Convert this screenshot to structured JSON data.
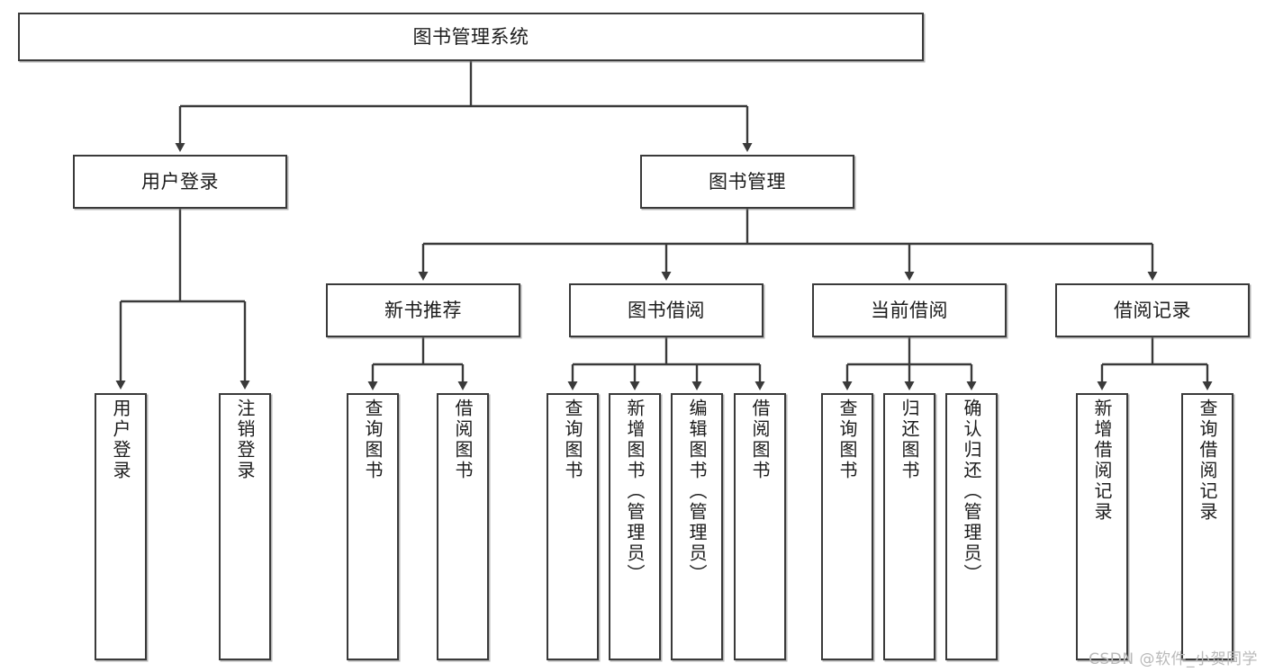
{
  "diagram": {
    "title": "图书管理系统",
    "type": "tree-hierarchy-chart",
    "colors": {
      "box_border": "#3a3a3a",
      "box_fill": "#ffffff",
      "connector": "#3a3a3a",
      "background": "#ffffff",
      "watermark": "#b9b9b9"
    },
    "root": {
      "id": "root",
      "label": "图书管理系统"
    },
    "level2": [
      {
        "id": "user-login",
        "label": "用户登录"
      },
      {
        "id": "book-management",
        "label": "图书管理"
      }
    ],
    "level3": [
      {
        "id": "new-book-recommend",
        "label": "新书推荐",
        "parent": "book-management"
      },
      {
        "id": "book-borrow",
        "label": "图书借阅",
        "parent": "book-management"
      },
      {
        "id": "current-borrow",
        "label": "当前借阅",
        "parent": "book-management"
      },
      {
        "id": "borrow-record",
        "label": "借阅记录",
        "parent": "book-management"
      }
    ],
    "leaves": {
      "user-login": [
        {
          "id": "leaf-user-login",
          "label": "用户登录"
        },
        {
          "id": "leaf-logout-login",
          "label": "注销登录"
        }
      ],
      "new-book-recommend": [
        {
          "id": "leaf-query-book-1",
          "label": "查询图书"
        },
        {
          "id": "leaf-borrow-book-1",
          "label": "借阅图书"
        }
      ],
      "book-borrow": [
        {
          "id": "leaf-query-book-2",
          "label": "查询图书"
        },
        {
          "id": "leaf-add-book",
          "label": "新增图书（管理员）"
        },
        {
          "id": "leaf-edit-book",
          "label": "编辑图书（管理员）"
        },
        {
          "id": "leaf-borrow-book-2",
          "label": "借阅图书"
        }
      ],
      "current-borrow": [
        {
          "id": "leaf-query-book-3",
          "label": "查询图书"
        },
        {
          "id": "leaf-return-book",
          "label": "归还图书"
        },
        {
          "id": "leaf-confirm-return",
          "label": "确认归还（管理员）"
        }
      ],
      "borrow-record": [
        {
          "id": "leaf-add-record",
          "label": "新增借阅记录"
        },
        {
          "id": "leaf-query-record",
          "label": "查询借阅记录"
        }
      ]
    }
  },
  "watermark": {
    "text": "CSDN @软件_小贺同学"
  }
}
